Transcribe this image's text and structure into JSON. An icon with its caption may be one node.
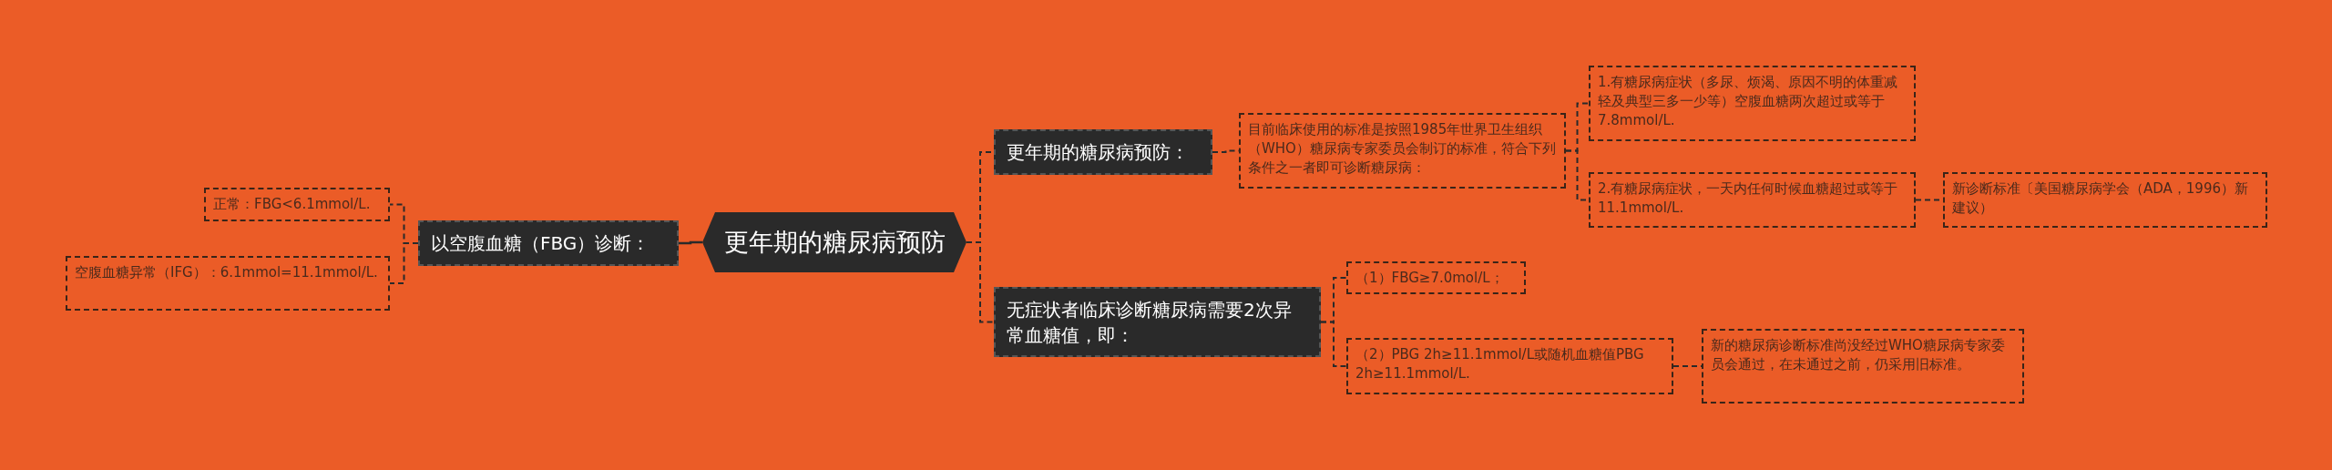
{
  "diagram": {
    "nodes": [
      {
        "text": [
          "更年期的糖尿病预防"
        ]
      },
      {
        "text": [
          "以空腹血糖（FBG）诊断："
        ]
      },
      {
        "text": [
          "正常：FBG<6.1mmol/L."
        ]
      },
      {
        "text": [
          "空腹血糖异常（IFG）：6.1mmol=11.1mmol/L."
        ]
      },
      {
        "text": [
          "更年期的糖尿病预防："
        ]
      },
      {
        "text": [
          "目前临床使用的标准是按照1985年世界卫生组织（WHO）糖尿病专家委员会制订的标准，符合下列条件之一者即可诊断糖尿病："
        ]
      },
      {
        "text": [
          "1.有糖尿病症状（多尿、烦渴、原因不明的体重减轻及典型三多一少等）空腹血糖两次超过或等于7.8mmol/L."
        ]
      },
      {
        "text": [
          "2.有糖尿病症状，一天内任何时候血糖超过或等于11.1mmol/L."
        ]
      },
      {
        "text": [
          "新诊断标准〔美国糖尿病学会（ADA，1996）新建议）"
        ]
      },
      {
        "text": [
          "无症状者临床诊断糖尿病需要2次异常血糖值，即："
        ]
      },
      {
        "text": [
          "（1）FBG≥7.0mol/L；"
        ]
      },
      {
        "text": [
          "（2）PBG 2h≥11.1mmol/L或随机血糖值PBG 2h≥11.1mmol/L."
        ]
      },
      {
        "text": [
          "新的糖尿病诊断标准尚没经过WHO糖尿病专家委员会通过，在未通过之前，仍采用旧标准。"
        ]
      }
    ],
    "edges": [
      {
        "from": 0,
        "to": 1,
        "arrow": "none"
      },
      {
        "from": 1,
        "to": 2,
        "arrow": "none",
        "style": "dashed"
      },
      {
        "from": 1,
        "to": 3,
        "arrow": "none",
        "style": "dashed"
      },
      {
        "from": 0,
        "to": 4,
        "arrow": "none",
        "style": "dashed"
      },
      {
        "from": 4,
        "to": 5,
        "arrow": "none",
        "style": "dashed"
      },
      {
        "from": 5,
        "to": 6,
        "arrow": "none",
        "style": "dashed"
      },
      {
        "from": 5,
        "to": 7,
        "arrow": "none",
        "style": "dashed"
      },
      {
        "from": 7,
        "to": 8,
        "arrow": "none",
        "style": "dashed"
      },
      {
        "from": 0,
        "to": 9,
        "arrow": "none",
        "style": "dashed"
      },
      {
        "from": 9,
        "to": 10,
        "arrow": "none",
        "style": "dashed"
      },
      {
        "from": 9,
        "to": 11,
        "arrow": "none",
        "style": "dashed"
      },
      {
        "from": 11,
        "to": 12,
        "arrow": "none",
        "style": "dashed"
      }
    ]
  }
}
